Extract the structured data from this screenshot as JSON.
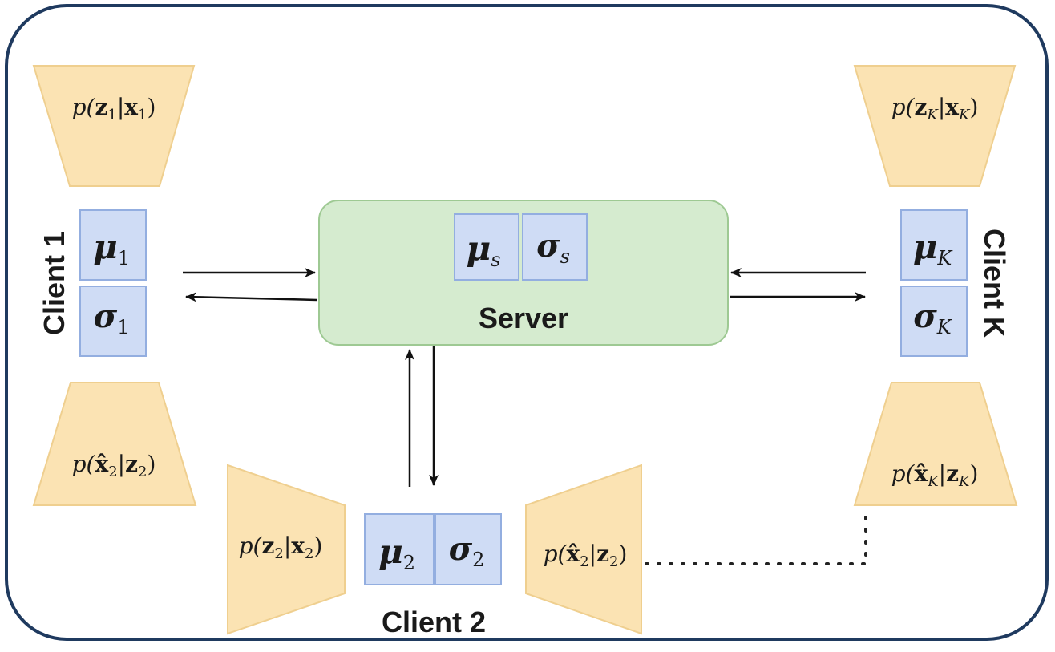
{
  "colors": {
    "frame": "#1f3a5f",
    "trapezoid_fill": "#fbe3b3",
    "trapezoid_stroke": "#efcf8f",
    "param_fill": "#cfdcf5",
    "param_stroke": "#93aee0",
    "server_fill": "#d5ebcf",
    "server_stroke": "#9ec993",
    "arrow": "#111111"
  },
  "server": {
    "label": "Server",
    "mu": "μ",
    "mu_sub": "s",
    "sigma": "σ",
    "sigma_sub": "s"
  },
  "client1": {
    "label": "Client 1",
    "mu": "μ",
    "mu_sub": "1",
    "sigma": "σ",
    "sigma_sub": "1",
    "encoder": {
      "pre": "p(",
      "v1": "z",
      "s1": "1",
      "mid": "|",
      "v2": "x",
      "s2": "1",
      "post": ")"
    },
    "decoder": {
      "pre": "p(",
      "v1": "x̂",
      "s1": "2",
      "mid": "|",
      "v2": "z",
      "s2": "2",
      "post": ")"
    }
  },
  "client2": {
    "label": "Client 2",
    "mu": "μ",
    "mu_sub": "2",
    "sigma": "σ",
    "sigma_sub": "2",
    "encoder": {
      "pre": "p(",
      "v1": "z",
      "s1": "2",
      "mid": "|",
      "v2": "x",
      "s2": "2",
      "post": ")"
    },
    "decoder": {
      "pre": "p(",
      "v1": "x̂",
      "s1": "2",
      "mid": "|",
      "v2": "z",
      "s2": "2",
      "post": ")"
    }
  },
  "clientK": {
    "label": "Client K",
    "mu": "μ",
    "mu_sub": "K",
    "sigma": "σ",
    "sigma_sub": "K",
    "encoder": {
      "pre": "p(",
      "v1": "z",
      "s1": "K",
      "mid": "|",
      "v2": "x",
      "s2": "K",
      "post": ")"
    },
    "decoder": {
      "pre": "p(",
      "v1": "x̂",
      "s1": "K",
      "mid": "|",
      "v2": "z",
      "s2": "K",
      "post": ")"
    }
  }
}
